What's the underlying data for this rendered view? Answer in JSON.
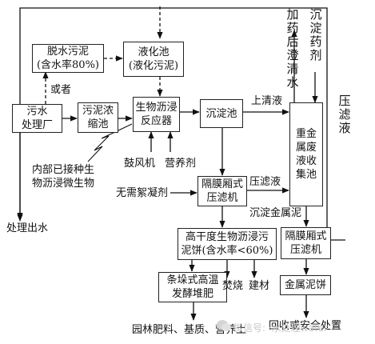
{
  "nodes": {
    "wastewater_plant": "污水\n处理厂",
    "dewatered_sludge": "脱水污泥\n(含水率80%)",
    "liquefaction_tank": "液化池\n(液化污泥)",
    "sludge_thickener": "污泥浓\n缩池",
    "bioleaching_reactor": "生物沥浸\n反应器",
    "sedimentation_tank": "沉淀池",
    "metal_wastewater_tank": "重金\n属废\n液收\n集池",
    "membrane_press_1": "隔膜厢式\n压滤机",
    "dry_cake": "高干度生物沥浸污\n泥饼(含水率<60%)",
    "composting": "条垛式高温\n发酵堆肥",
    "membrane_press_2": "隔膜厢式\n压滤机",
    "metal_cake": "金属泥饼"
  },
  "labels": {
    "or": "或者",
    "inoculated": "内部已接种生\n物沥浸微生物",
    "blower": "鼓风机",
    "nutrient": "营养剂",
    "no_flocculant": "无需絮凝剂",
    "supernatant": "上清液",
    "filtrate": "压滤液",
    "precipitated_sludge": "沉淀金属泥",
    "effluent": "处理出水",
    "incineration": "焚烧",
    "building_material": "建材",
    "end_products": "园林肥料、基质、营养土",
    "recovery": "回收或安全处置",
    "dosing_vertical": "加\n药\n后\n澄\n清\n水",
    "precipitant_vertical": "沉\n淀\n药\n剂",
    "filtrate_vertical": "压\n滤\n液"
  },
  "watermark": "微信号: ·水处理water"
}
